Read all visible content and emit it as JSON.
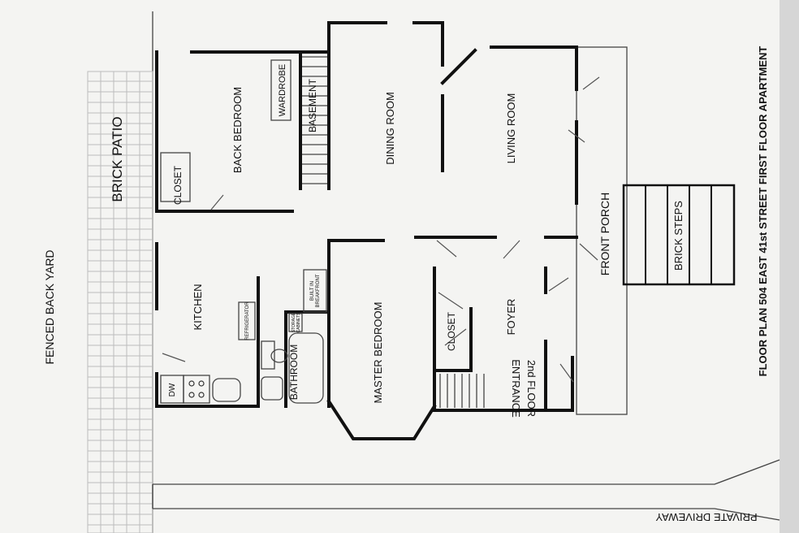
{
  "plan": {
    "title": "FLOOR PLAN 504 EAST 41st STREET FIRST FLOOR APARTMENT",
    "colors": {
      "paper": "#f4f4f2",
      "shadow": "#dcdcdc",
      "ink": "#111111",
      "grid": "#bcbcbc"
    },
    "outdoor": {
      "fenced_back_yard": "FENCED BACK YARD",
      "brick_patio": "BRICK PATIO",
      "private_driveway": "PRIVATE DRIVEWAY",
      "front_porch": "FRONT PORCH",
      "brick_steps": "BRICK STEPS"
    },
    "rooms": {
      "back_bedroom": "BACK BEDROOM",
      "closet_back": "CLOSET",
      "wardrobe": "WARDROBE",
      "basement": "BASEMENT",
      "dining_room": "DINING ROOM",
      "living_room": "LIVING ROOM",
      "kitchen": "KITCHEN",
      "bathroom": "BATHROOM",
      "master_bedroom": "MASTER BEDROOM",
      "closet_master": "CLOSET",
      "foyer": "FOYER",
      "second_floor_entrance_line1": "2nd FLOOR",
      "second_floor_entrance_line2": "ENTRANCE"
    },
    "fixtures": {
      "dishwasher": "DW",
      "refrigerator": "REFRIGERATOR",
      "storage_line1": "STORAGE",
      "storage_line2": "CABINETS",
      "built_in_line1": "BUILT IN",
      "built_in_line2": "BREAKFRONT"
    }
  }
}
